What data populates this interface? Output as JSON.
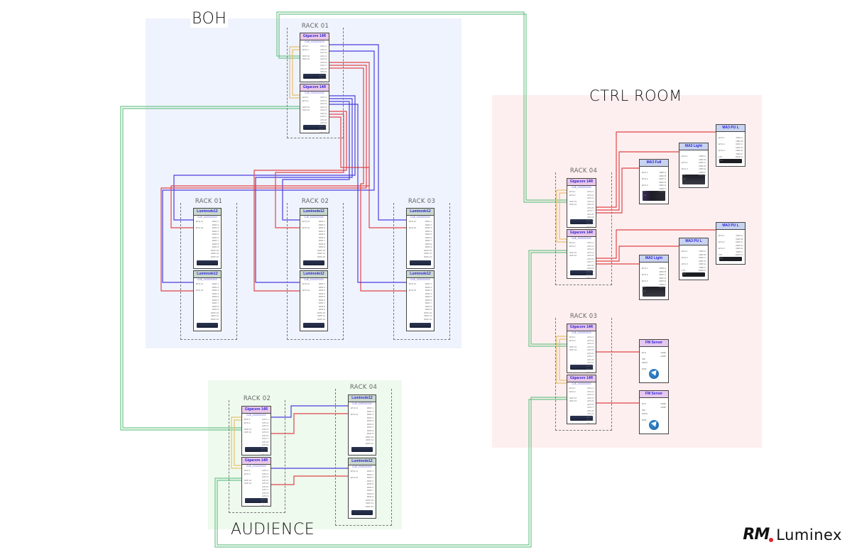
{
  "zones": {
    "boh": "BOH",
    "ctrl_room": "CTRL ROOM",
    "audience": "AUDIENCE"
  },
  "racks": {
    "boh_rack01_top": "RACK 01",
    "boh_rack01": "RACK 01",
    "boh_rack02": "RACK 02",
    "boh_rack03": "RACK 03",
    "ctrl_rack04": "RACK 04",
    "ctrl_rack03": "RACK 03",
    "aud_rack02": "RACK 02",
    "aud_rack04": "RACK 04"
  },
  "devices": {
    "gigacore": "Gigacore 14R",
    "luminode": "Luminode12",
    "ma3_full": "MA3 Full",
    "ma3_light": "MA3 Light",
    "ma3_pul": "MA3 PU L",
    "fm_server": "FM Server",
    "sub": "CUE_XXXXXXXXX"
  },
  "ports": {
    "giga_left": [
      "ETH 1",
      "ETH 2",
      "",
      "SFP 13",
      "SFP 14"
    ],
    "giga_right": [
      "ETH 1",
      "ETH 2",
      "ETH 3",
      "ETH 4",
      "ETH 5",
      "ETH 6",
      "ETH 7",
      "ETH 8",
      "ETH 9",
      "ETH 10",
      "ETH 11",
      "ETH 12"
    ],
    "lumi_left": [
      "ETH 11",
      "",
      "ETH 12"
    ],
    "lumi_right": [
      "DMX 1",
      "DMX 2",
      "DMX 3",
      "DMX 4",
      "DMX 5",
      "DMX 6",
      "DMX 7",
      "DMX 8",
      "DMX 9",
      "DMX 10",
      "DMX 11",
      "DMX 12"
    ],
    "ma3_left": [
      "ETH 1",
      "",
      "ETH 2",
      "",
      "ETH 3",
      "",
      "LTC",
      "MIDI"
    ],
    "ma3_right": [
      "DMX A",
      "DMX B",
      "DMX C",
      "DMX D",
      "DMX E",
      "DMX F",
      "DMX G"
    ],
    "fm_left": [
      "ETH",
      "",
      "SDI",
      "HDMI",
      "",
      "DMX"
    ],
    "fm_right": [
      "HDMI",
      "HDMI"
    ]
  },
  "colors": {
    "boh_bg": "#eff3fd",
    "ctrl_bg": "#fdefef",
    "audience_bg": "#eefaee",
    "wire_red": "#e0464a",
    "wire_blue": "#4a3de0",
    "wire_green": "#6fc48a",
    "wire_yellow": "#e8c070"
  },
  "brand": {
    "rm": "RM",
    "luminex": "Luminex"
  }
}
